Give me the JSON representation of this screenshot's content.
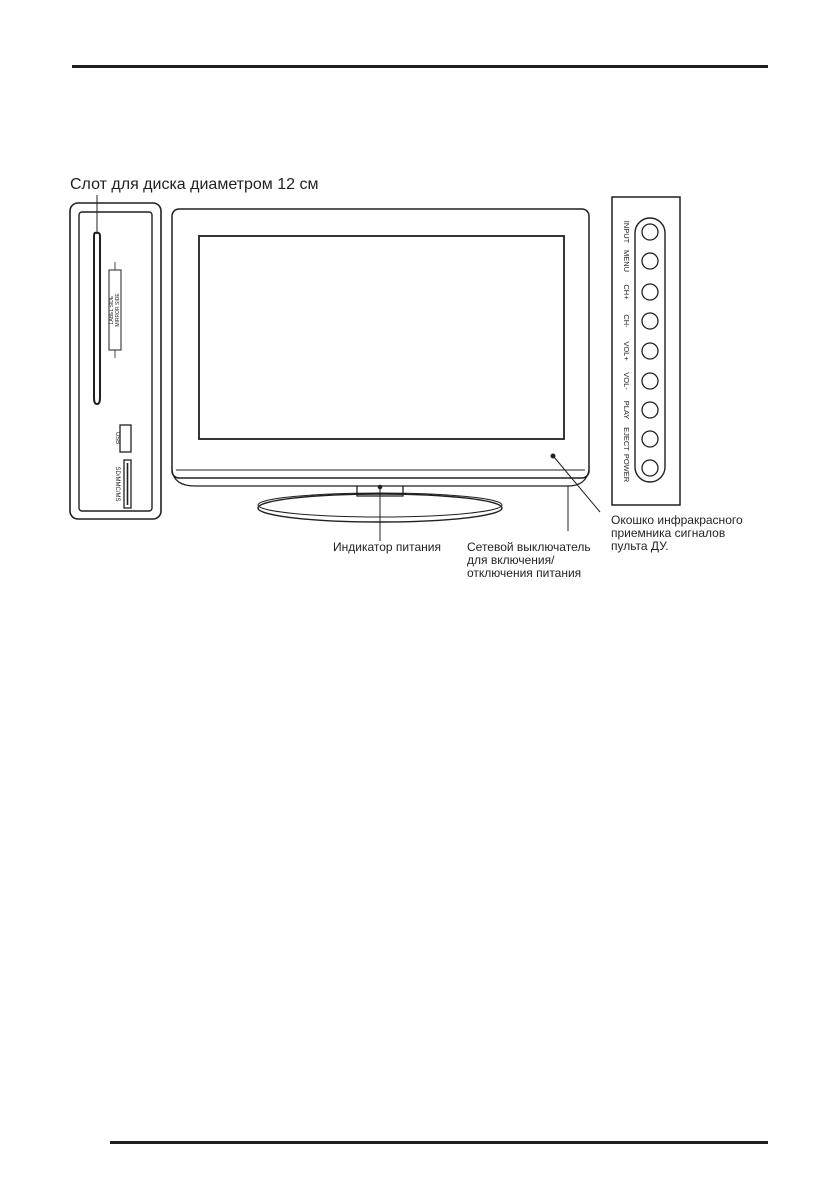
{
  "callouts": {
    "disc_slot": "Слот для диска диаметром 12 см",
    "power_indicator": "Индикатор питания",
    "power_switch": [
      "Сетевой выключатель",
      "для включения/",
      "отключения питания"
    ],
    "ir_window": [
      "Окошко инфракрасного",
      "приемника сигналов",
      "пульта ДУ."
    ]
  },
  "side_panel": {
    "disc_label": [
      "LABEL SIDE",
      "MIRROR SIDE"
    ],
    "usb_label": "USB",
    "card_label": "SD/MMC/MS"
  },
  "button_panel": {
    "buttons": [
      "INPUT",
      "MENU",
      "CH+",
      "CH-",
      "VOL+",
      "VOL-",
      "PLAY",
      "EJECT",
      "POWER"
    ]
  },
  "colors": {
    "ink": "#231f20",
    "background": "#ffffff"
  }
}
